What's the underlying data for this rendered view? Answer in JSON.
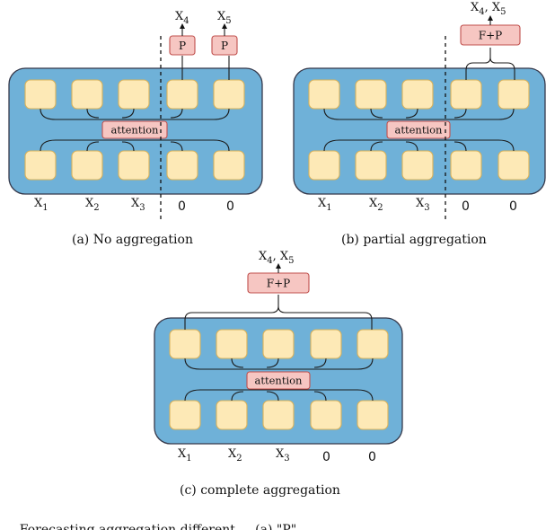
{
  "panels": [
    {
      "id": "a",
      "caption": "(a) No aggregation",
      "attention_label": "attention",
      "inputs": [
        "X",
        "X",
        "X",
        "0",
        "0"
      ],
      "input_subscripts": [
        "1",
        "2",
        "3",
        "",
        ""
      ],
      "heads": [
        "P",
        "P"
      ],
      "outputs": [
        "X4",
        "X5"
      ],
      "divider": true
    },
    {
      "id": "b",
      "caption": "(b) partial aggregation",
      "attention_label": "attention",
      "inputs": [
        "X",
        "X",
        "X",
        "0",
        "0"
      ],
      "input_subscripts": [
        "1",
        "2",
        "3",
        "",
        ""
      ],
      "heads": [
        "F+P"
      ],
      "outputs": [
        "X4, X5"
      ],
      "divider": true
    },
    {
      "id": "c",
      "caption": "(c) complete aggregation",
      "attention_label": "attention",
      "inputs": [
        "X",
        "X",
        "X",
        "0",
        "0"
      ],
      "input_subscripts": [
        "1",
        "2",
        "3",
        "",
        ""
      ],
      "heads": [
        "F+P"
      ],
      "outputs": [
        "X4, X5"
      ],
      "divider": false
    }
  ],
  "footer_text": "... Forecasting aggregation different ... (a) \"P\"",
  "colors": {
    "panel": "#6fb1d8",
    "token": "#fde9b6",
    "head": "#f6c6c2",
    "head_border": "#c0504d"
  }
}
